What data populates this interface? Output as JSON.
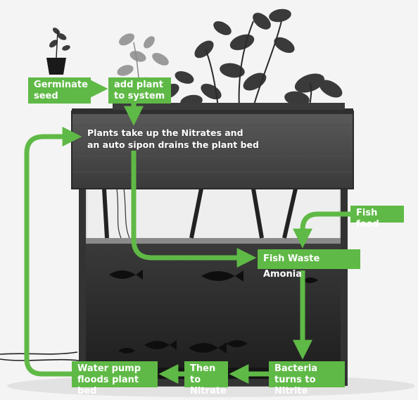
{
  "colors": {
    "accent": "#5fb946",
    "label_text": "#ffffff",
    "planter": "#4a4a4a",
    "water": "#262626"
  },
  "labels": {
    "germinate": "Germinate\nseed",
    "add_plant": "add plant\nto system",
    "plants_take_up": "Plants take up the Nitrates and\nan auto sipon drains the plant bed",
    "fish_food": "Fish food",
    "fish_waste": "Fish Waste Amonia",
    "bacteria": "Bacteria\nturns to Nitrite",
    "then_to": "Then to\nNitrate",
    "water_pump": "Water pump\nfloods plant bed"
  }
}
